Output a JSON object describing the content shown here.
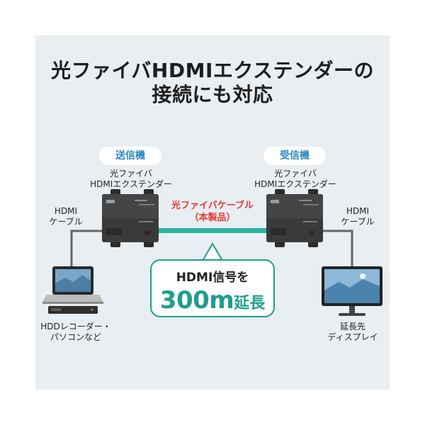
{
  "title": {
    "line1": "光ファイバHDMIエクステンダーの",
    "line2": "接続にも対応"
  },
  "transmitter": {
    "badge": "送信機",
    "name_line1": "光ファイバ",
    "name_line2": "HDMIエクステンダー"
  },
  "receiver": {
    "badge": "受信機",
    "name_line1": "光ファイバ",
    "name_line2": "HDMIエクステンダー"
  },
  "left_cable": {
    "line1": "HDMI",
    "line2": "ケーブル"
  },
  "right_cable": {
    "line1": "HDMI",
    "line2": "ケーブル"
  },
  "fiber_cable": {
    "line1": "光ファイバケーブル",
    "line2": "（本製品）"
  },
  "callout": {
    "line1": "HDMI信号を",
    "distance": "300m",
    "suffix": "延長"
  },
  "source": {
    "line1": "HDDレコーダー・",
    "line2": "パソコンなど"
  },
  "display": {
    "line1": "延長先",
    "line2": "ディスプレイ"
  },
  "colors": {
    "panel_bg": "#e9eef3",
    "accent_blue": "#2e86c1",
    "fiber_green": "#2ab3a0",
    "callout_teal": "#1f9e8e",
    "red_label": "#e53935",
    "device_dark": "#3a3a3a"
  }
}
